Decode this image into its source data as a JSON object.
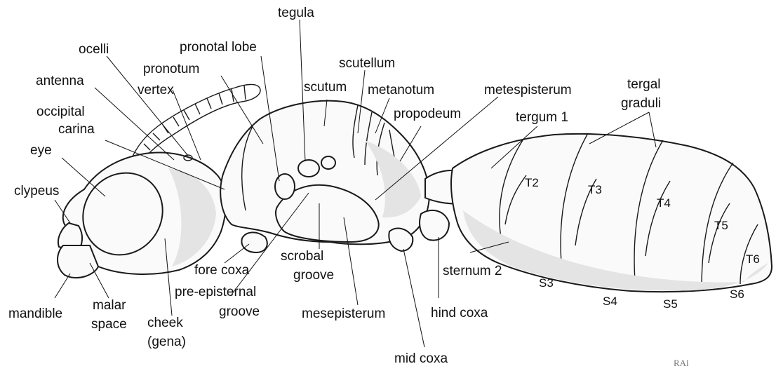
{
  "labels": {
    "ocelli": "ocelli",
    "tegula": "tegula",
    "pronotal_lobe": "pronotal lobe",
    "scutellum": "scutellum",
    "pronotum": "pronotum",
    "scutum": "scutum",
    "metanotum": "metanotum",
    "metespisterum": "metespisterum",
    "antenna": "antenna",
    "vertex": "vertex",
    "tergal": "tergal",
    "graduli": "graduli",
    "occipital": "occipital",
    "carina": "carina",
    "propodeum": "propodeum",
    "tergum1": "tergum 1",
    "eye": "eye",
    "clypeus": "clypeus",
    "fore_coxa": "fore coxa",
    "scrobal": "scrobal",
    "groove1": "groove",
    "pre_episternal": "pre-episternal",
    "groove2": "groove",
    "sternum2": "sternum 2",
    "mandible": "mandible",
    "malar": "malar",
    "space": "space",
    "cheek": "cheek",
    "gena": "(gena)",
    "mesepisterum": "mesepisterum",
    "hind_coxa": "hind coxa",
    "mid_coxa": "mid coxa"
  },
  "segments": {
    "T2": "T2",
    "T3": "T3",
    "T4": "T4",
    "T5": "T5",
    "T6": "T6",
    "S3": "S3",
    "S4": "S4",
    "S5": "S5",
    "S6": "S6"
  },
  "signature": "RAl"
}
